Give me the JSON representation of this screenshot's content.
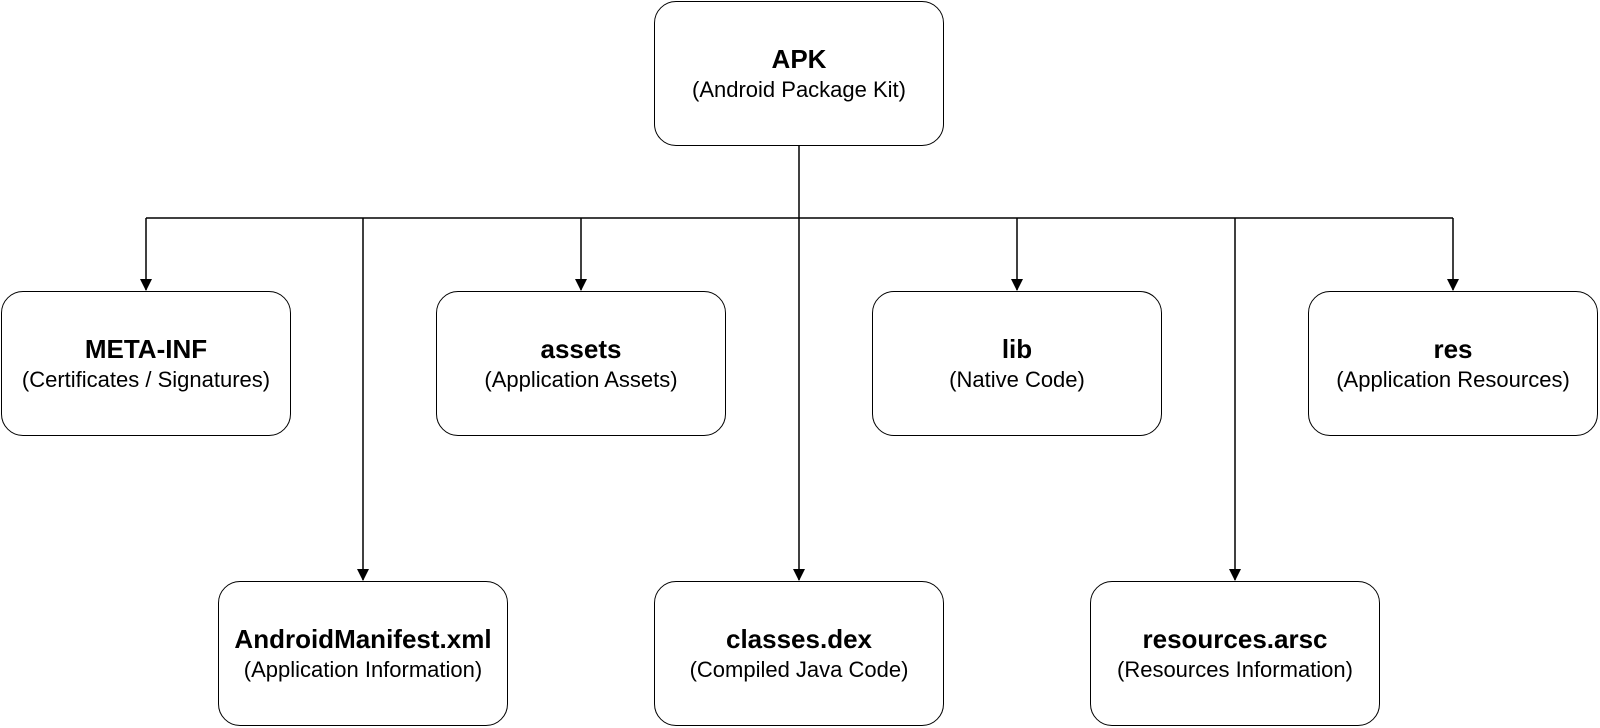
{
  "diagram": {
    "root": {
      "title": "APK",
      "description": "(Android Package Kit)"
    },
    "children": [
      {
        "id": "meta-inf",
        "title": "META-INF",
        "description": "(Certificates / Signatures)",
        "level": 1
      },
      {
        "id": "manifest",
        "title": "AndroidManifest.xml",
        "description": "(Application Information)",
        "level": 2
      },
      {
        "id": "assets",
        "title": "assets",
        "description": "(Application Assets)",
        "level": 1
      },
      {
        "id": "classes",
        "title": "classes.dex",
        "description": "(Compiled Java Code)",
        "level": 2
      },
      {
        "id": "lib",
        "title": "lib",
        "description": "(Native Code)",
        "level": 1
      },
      {
        "id": "resources-arsc",
        "title": "resources.arsc",
        "description": "(Resources Information)",
        "level": 2
      },
      {
        "id": "res",
        "title": "res",
        "description": "(Application Resources)",
        "level": 1
      }
    ],
    "colors": {
      "stroke": "#000000",
      "fill": "#ffffff",
      "text": "#000000"
    }
  }
}
